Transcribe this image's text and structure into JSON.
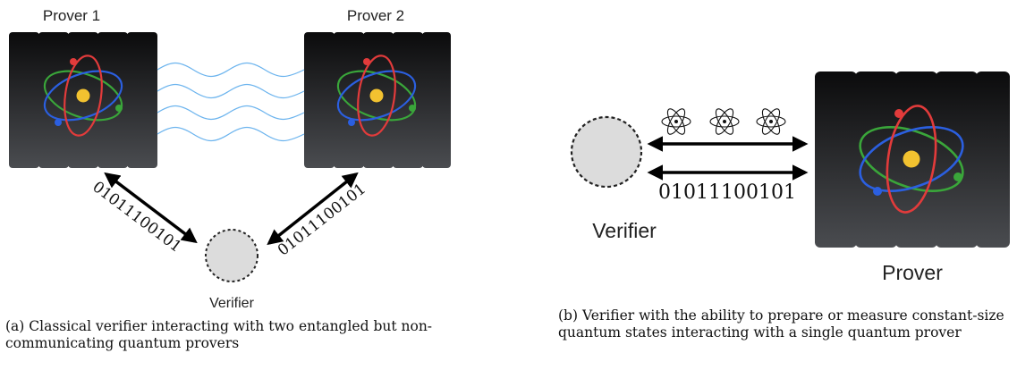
{
  "panel_a": {
    "prover1_label": "Prover 1",
    "prover2_label": "Prover 2",
    "verifier_label": "Verifier",
    "message_left": "01011100101",
    "message_right": "01011100101",
    "caption": "(a) Classical verifier interacting with two entangled but non-communicating quantum provers"
  },
  "panel_b": {
    "verifier_label": "Verifier",
    "prover_label": "Prover",
    "message": "01011100101",
    "caption": "(b) Verifier with the ability to prepare or measure constant-size quantum states interacting with a single quantum prover"
  },
  "colors": {
    "server_top": "#0b0b0c",
    "server_bottom": "#4a4c50",
    "orbit_red": "#e23b3b",
    "orbit_green": "#3aa63a",
    "orbit_blue": "#2b5fe0",
    "nucleus": "#f2c230",
    "entanglement": "#6cb4ee",
    "verifier_fill": "#dcdcdc"
  }
}
